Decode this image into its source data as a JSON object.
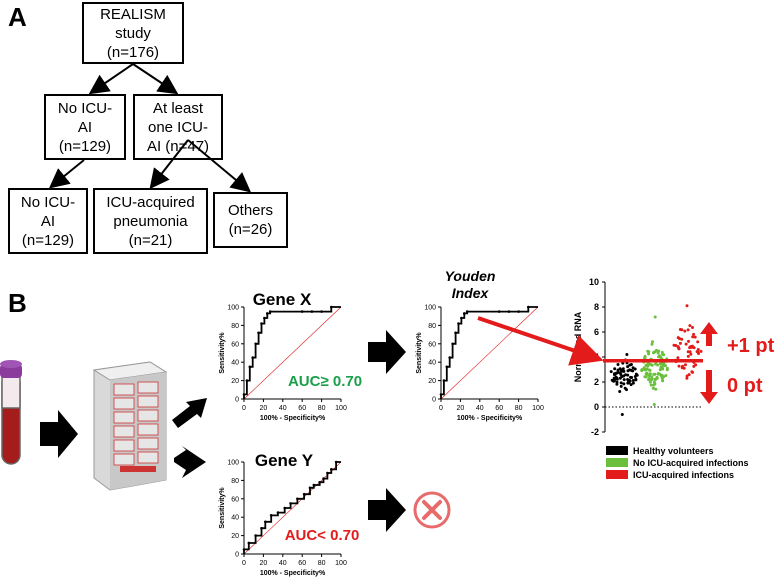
{
  "panels": {
    "a": "A",
    "b": "B"
  },
  "flowchart": {
    "root": "REALISM\nstudy\n(n=176)",
    "left_mid": "No ICU-\nAI\n(n=129)",
    "right_mid": "At least\none ICU-\nAI (n=47)",
    "bottom_left": "No ICU-\nAI\n(n=129)",
    "bottom_mid": "ICU-acquired\npneumonia\n(n=21)",
    "bottom_right": "Others\n(n=26)"
  },
  "roc_ticks": [
    "0",
    "20",
    "40",
    "60",
    "80",
    "100"
  ],
  "roc_x_label": "100% - Specificity%",
  "roc_y_label": "Sensitivity%",
  "gene_x": {
    "title": "Gene X",
    "auc": "AUC≥ 0.70",
    "auc_color": "#1aa04a"
  },
  "gene_y": {
    "title": "Gene Y",
    "auc": "AUC< 0.70",
    "auc_color": "#e31b1b"
  },
  "youden": {
    "title": "Youden\nIndex"
  },
  "scatter": {
    "y_label": "Normalized RNA",
    "y_ticks": [
      "-2",
      "0",
      "2",
      "4",
      "6",
      "8",
      "10"
    ],
    "plus_label": "+1 pt",
    "zero_label": "0 pt",
    "threshold": 3.7
  },
  "legend": [
    {
      "label": "Healthy volunteers",
      "color": "#000000"
    },
    {
      "label": "No ICU-acquired infections",
      "color": "#6abf3d"
    },
    {
      "label": "ICU-acquired infections",
      "color": "#e31b1b"
    }
  ],
  "chart_data": [
    {
      "type": "line",
      "title": "Gene X",
      "xlabel": "100% - Specificity%",
      "ylabel": "Sensitivity%",
      "xlim": [
        0,
        100
      ],
      "ylim": [
        0,
        100
      ],
      "series": [
        {
          "x": [
            0,
            0,
            3,
            3,
            6,
            6,
            9,
            9,
            12,
            12,
            15,
            15,
            18,
            18,
            21,
            21,
            24,
            24,
            27,
            27,
            60,
            60,
            70,
            70,
            80,
            80,
            90,
            90,
            100
          ],
          "y": [
            0,
            5,
            5,
            20,
            20,
            35,
            35,
            45,
            45,
            60,
            60,
            72,
            72,
            82,
            82,
            88,
            88,
            93,
            93,
            95,
            95,
            95,
            95,
            95,
            95,
            95,
            95,
            100,
            100
          ]
        }
      ],
      "annotation": "AUC≥ 0.70"
    },
    {
      "type": "line",
      "title": "Gene Y",
      "xlabel": "100% - Specificity%",
      "ylabel": "Sensitivity%",
      "xlim": [
        0,
        100
      ],
      "ylim": [
        0,
        100
      ],
      "series": [
        {
          "x": [
            0,
            0,
            5,
            5,
            12,
            12,
            18,
            18,
            22,
            22,
            28,
            28,
            35,
            35,
            42,
            42,
            48,
            48,
            55,
            55,
            62,
            62,
            68,
            68,
            72,
            72,
            78,
            78,
            82,
            82,
            86,
            86,
            90,
            90,
            95,
            95,
            100
          ],
          "y": [
            0,
            5,
            5,
            12,
            12,
            20,
            20,
            28,
            28,
            35,
            35,
            42,
            42,
            45,
            45,
            50,
            50,
            55,
            55,
            60,
            60,
            65,
            65,
            72,
            72,
            75,
            75,
            78,
            78,
            82,
            82,
            88,
            88,
            92,
            92,
            100,
            100
          ]
        }
      ],
      "annotation": "AUC< 0.70"
    },
    {
      "type": "line",
      "title": "Youden\nIndex",
      "xlabel": "100% - Specificity%",
      "ylabel": "Sensitivity%",
      "xlim": [
        0,
        100
      ],
      "ylim": [
        0,
        100
      ],
      "series": [
        {
          "x": [
            0,
            0,
            3,
            3,
            6,
            6,
            9,
            9,
            12,
            12,
            15,
            15,
            18,
            18,
            21,
            21,
            24,
            24,
            27,
            27,
            60,
            60,
            70,
            70,
            80,
            80,
            90,
            90,
            100
          ],
          "y": [
            0,
            5,
            5,
            20,
            20,
            35,
            35,
            45,
            45,
            60,
            60,
            72,
            72,
            82,
            82,
            88,
            88,
            93,
            93,
            95,
            95,
            95,
            95,
            95,
            95,
            95,
            95,
            100,
            100
          ]
        }
      ]
    },
    {
      "type": "scatter",
      "ylabel": "Normalized RNA",
      "ylim": [
        -2,
        10
      ],
      "series": [
        {
          "name": "Healthy volunteers",
          "center": 2.6,
          "spread": 0.7,
          "n": 70,
          "min": -0.6,
          "max": 4.2
        },
        {
          "name": "No ICU-acquired infections",
          "center": 3.3,
          "spread": 1.0,
          "n": 110,
          "min": 0.2,
          "max": 7.2
        },
        {
          "name": "ICU-acquired infections",
          "center": 4.5,
          "spread": 1.2,
          "n": 55,
          "min": 2.3,
          "max": 8.1
        }
      ],
      "threshold": 3.7
    }
  ]
}
